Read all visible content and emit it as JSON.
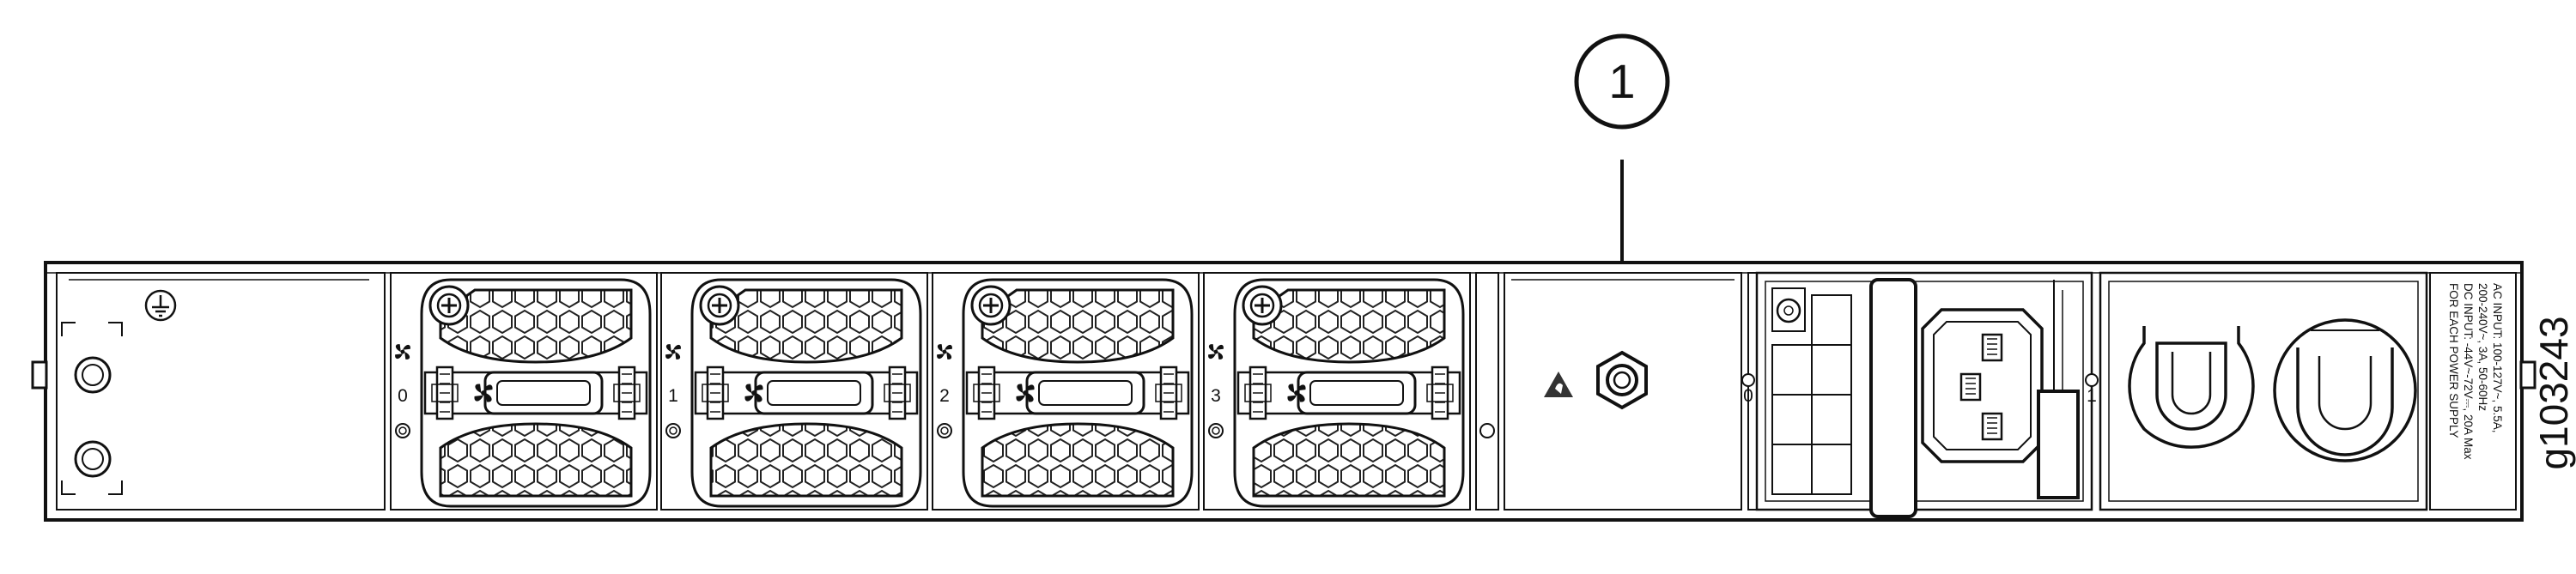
{
  "callout": {
    "number": "1"
  },
  "fan_modules": [
    {
      "label": "0"
    },
    {
      "label": "1"
    },
    {
      "label": "2"
    },
    {
      "label": "3"
    }
  ],
  "power_supplies": [
    {
      "label": "0"
    },
    {
      "label": "1"
    }
  ],
  "psu_ratings": {
    "lines": [
      "AC INPUT: 100-127V~, 5.5A,",
      "200-240V~, 3A, 50-60Hz",
      "DC INPUT: -44V~-72V⎓, 20A Max",
      "FOR EACH POWER SUPPLY"
    ]
  },
  "figure_id": "g103243",
  "icons": {
    "ground": "ground-symbol-icon",
    "fan": "fan-icon",
    "esd": "esd-warning-icon",
    "esd_jack": "esd-ground-point-icon",
    "power_inlet": "iec-c14-inlet-icon",
    "cable_retainer": "cable-retainer-icon"
  }
}
